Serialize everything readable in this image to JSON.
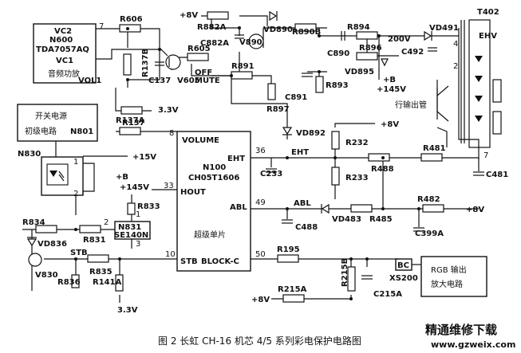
{
  "caption": "图 2 长虹 CH-16 机芯 4/5 系列彩电保护电路图",
  "watermark": {
    "brand": "精通维修下载",
    "url": "www.gzweix.com"
  },
  "blocks": {
    "audio_amp": {
      "pin_vc2": "VC2",
      "pin_vc1": "VC1",
      "ref": "N600",
      "part": "TDA7057AQ",
      "desc": "音频功放",
      "pin7": "7"
    },
    "power_init": {
      "line1": "开关电源",
      "line2": "初级电路",
      "ref": "N801"
    },
    "main_ic": {
      "name": "VOLUME",
      "ref": "N100",
      "part": "CH05T1606",
      "desc": "超级单片",
      "pin_eht": "EHT",
      "pin_hout": "HOUT",
      "pin_abl": "ABL",
      "pin_stb": "STB",
      "pin_block": "BLOCK-C",
      "pin8": "8",
      "pin33": "33",
      "pin36": "36",
      "pin49": "49",
      "pin10": "10",
      "pin50": "50"
    },
    "rgb": {
      "line1": "RGB 输出",
      "line2": "放大电路"
    },
    "optocoupler": {
      "ref": "N830",
      "pin1": "1",
      "pin2": "2"
    },
    "regulator": {
      "ref1": "N831",
      "ref2": "SE140N",
      "pin1": "1",
      "pin2": "2",
      "pin3": "3"
    },
    "connector": {
      "box": "BC",
      "ref": "XS200"
    },
    "flyback": {
      "ref": "T402",
      "out": "EHV",
      "pin2": "2",
      "pin4": "4",
      "pin7": "7"
    },
    "hout_tr": "行输出管"
  },
  "rails": {
    "p8v": "+8V",
    "p33v": "3.3V",
    "p15v": "+15V",
    "pB": "+B",
    "p145v": "+145V",
    "p200v": "200V"
  },
  "signals": {
    "vol1": "VOL1",
    "off": "OFF",
    "mute": "MUTE",
    "eht": "EHT",
    "abl": "ABL",
    "stb": "STB"
  },
  "components": {
    "R606": "R606",
    "R137B": "R137B",
    "C137": "C137",
    "V605": "V605",
    "R605": "R605",
    "R137A": "R137A",
    "R137": "R137",
    "R891": "R891",
    "R897": "R897",
    "C891": "C891",
    "R882A": "R882A",
    "C882A": "C882A",
    "V890": "V890",
    "VD890": "VD890",
    "R890B": "R890B",
    "C890": "C890",
    "R894": "R894",
    "R896": "R896",
    "VD895": "VD895",
    "R893": "R893",
    "VD491": "VD491",
    "C492": "C492",
    "VD892": "VD892",
    "R232": "R232",
    "R233": "R233",
    "C233": "C233",
    "R488": "R488",
    "R481": "R481",
    "C481": "C481",
    "VD483": "VD483",
    "R485": "R485",
    "R482": "R482",
    "C399A": "C399A",
    "C488": "C488",
    "R833": "R833",
    "R834": "R834",
    "R831": "R831",
    "VD836": "VD836",
    "V830": "V830",
    "R835": "R835",
    "R836": "R836",
    "R141A": "R141A",
    "R195": "R195",
    "R215A": "R215A",
    "R215B": "R215B",
    "C215A": "C215A"
  }
}
